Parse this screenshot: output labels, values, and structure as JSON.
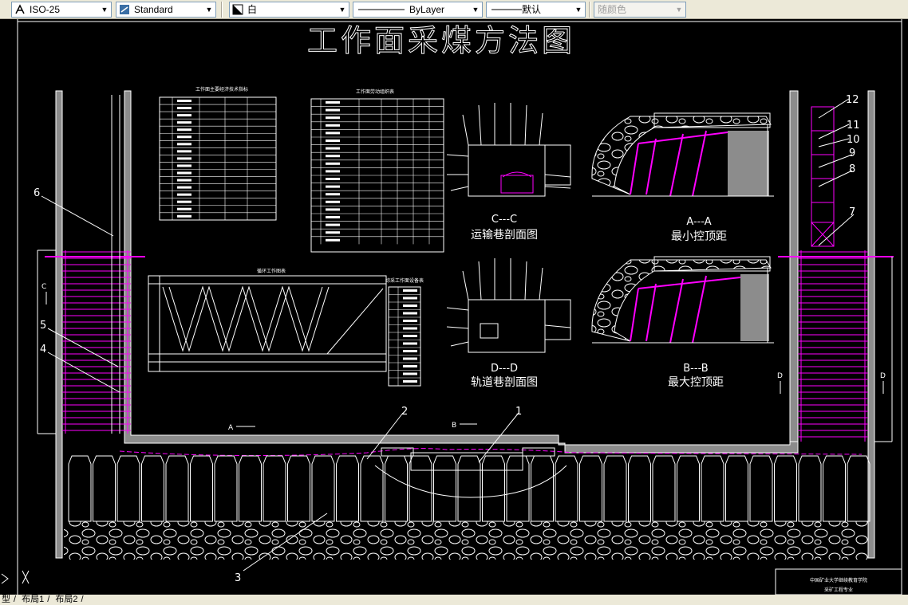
{
  "toolbar": {
    "text_style": "ISO-25",
    "dim_style": "Standard",
    "layer_color": "白",
    "linetype": "ByLayer",
    "lineweight": "默认",
    "plot_color": "随颜色"
  },
  "drawing": {
    "title": "工作面采煤方法图",
    "table1_title": "工作面主要经济技术指标",
    "table2_title": "工作面劳动组织表",
    "table3_title": "循环工作图表",
    "table4_title": "综采工作面设备表",
    "section_cc": "C---C",
    "section_cc_name": "运输巷剖面图",
    "section_aa": "A---A",
    "section_aa_name": "最小控顶距",
    "section_dd": "D---D",
    "section_dd_name": "轨道巷剖面图",
    "section_bb": "B---B",
    "section_bb_name": "最大控顶距",
    "label_a": "A",
    "label_b": "B",
    "label_c": "C",
    "label_d": "D",
    "callouts": [
      "1",
      "2",
      "3",
      "4",
      "5",
      "6",
      "7",
      "8",
      "9",
      "10",
      "11",
      "12"
    ],
    "title_block_line1": "中国矿业大学继续教育学院",
    "title_block_line2": "采矿工程专业"
  },
  "layout_tabs": {
    "model": "型",
    "layout1": "布局1",
    "layout2": "布局2"
  },
  "colors": {
    "background": "#000000",
    "line": "#ffffff",
    "magenta": "#ff00ff",
    "wall_fill": "#8c8c8c",
    "toolbar": "#ece9d8"
  }
}
